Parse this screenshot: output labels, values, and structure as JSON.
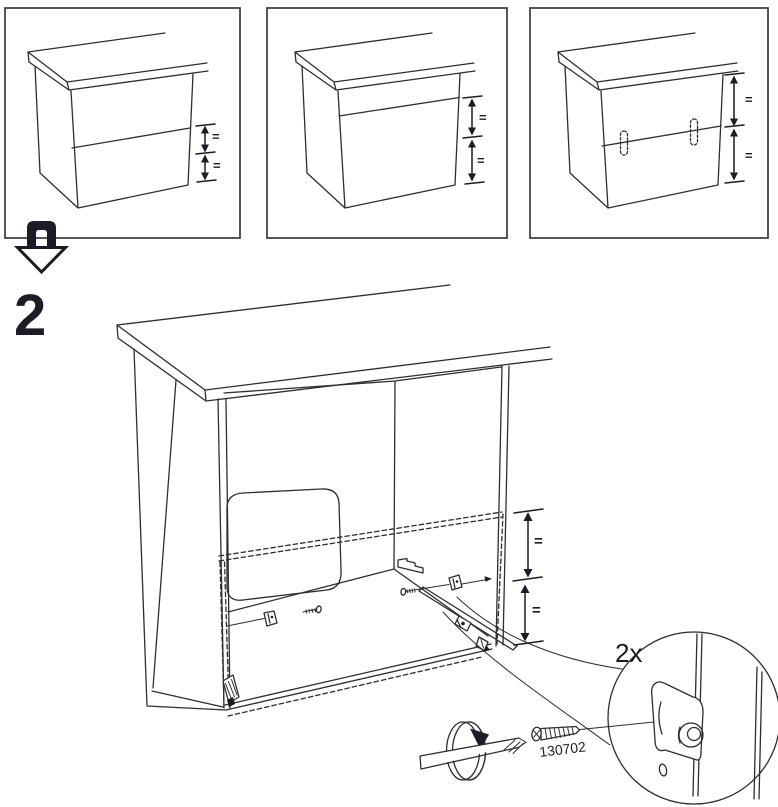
{
  "colors": {
    "background": "#ffffff",
    "line_color": "#2e2e2e",
    "ink_color": "#1c1c26"
  },
  "step": {
    "number": "2"
  },
  "size_panels": {
    "panel1": {
      "equal_upper": "=",
      "equal_lower": "="
    },
    "panel2": {
      "equal_upper": "=",
      "equal_lower": "="
    },
    "panel3": {
      "equal_upper": "=",
      "equal_lower": "="
    }
  },
  "main_view": {
    "equal_upper": "=",
    "equal_lower": "="
  },
  "magnifier": {
    "quantity_label": "2x"
  },
  "hardware": {
    "screw_part_number": "130702"
  }
}
